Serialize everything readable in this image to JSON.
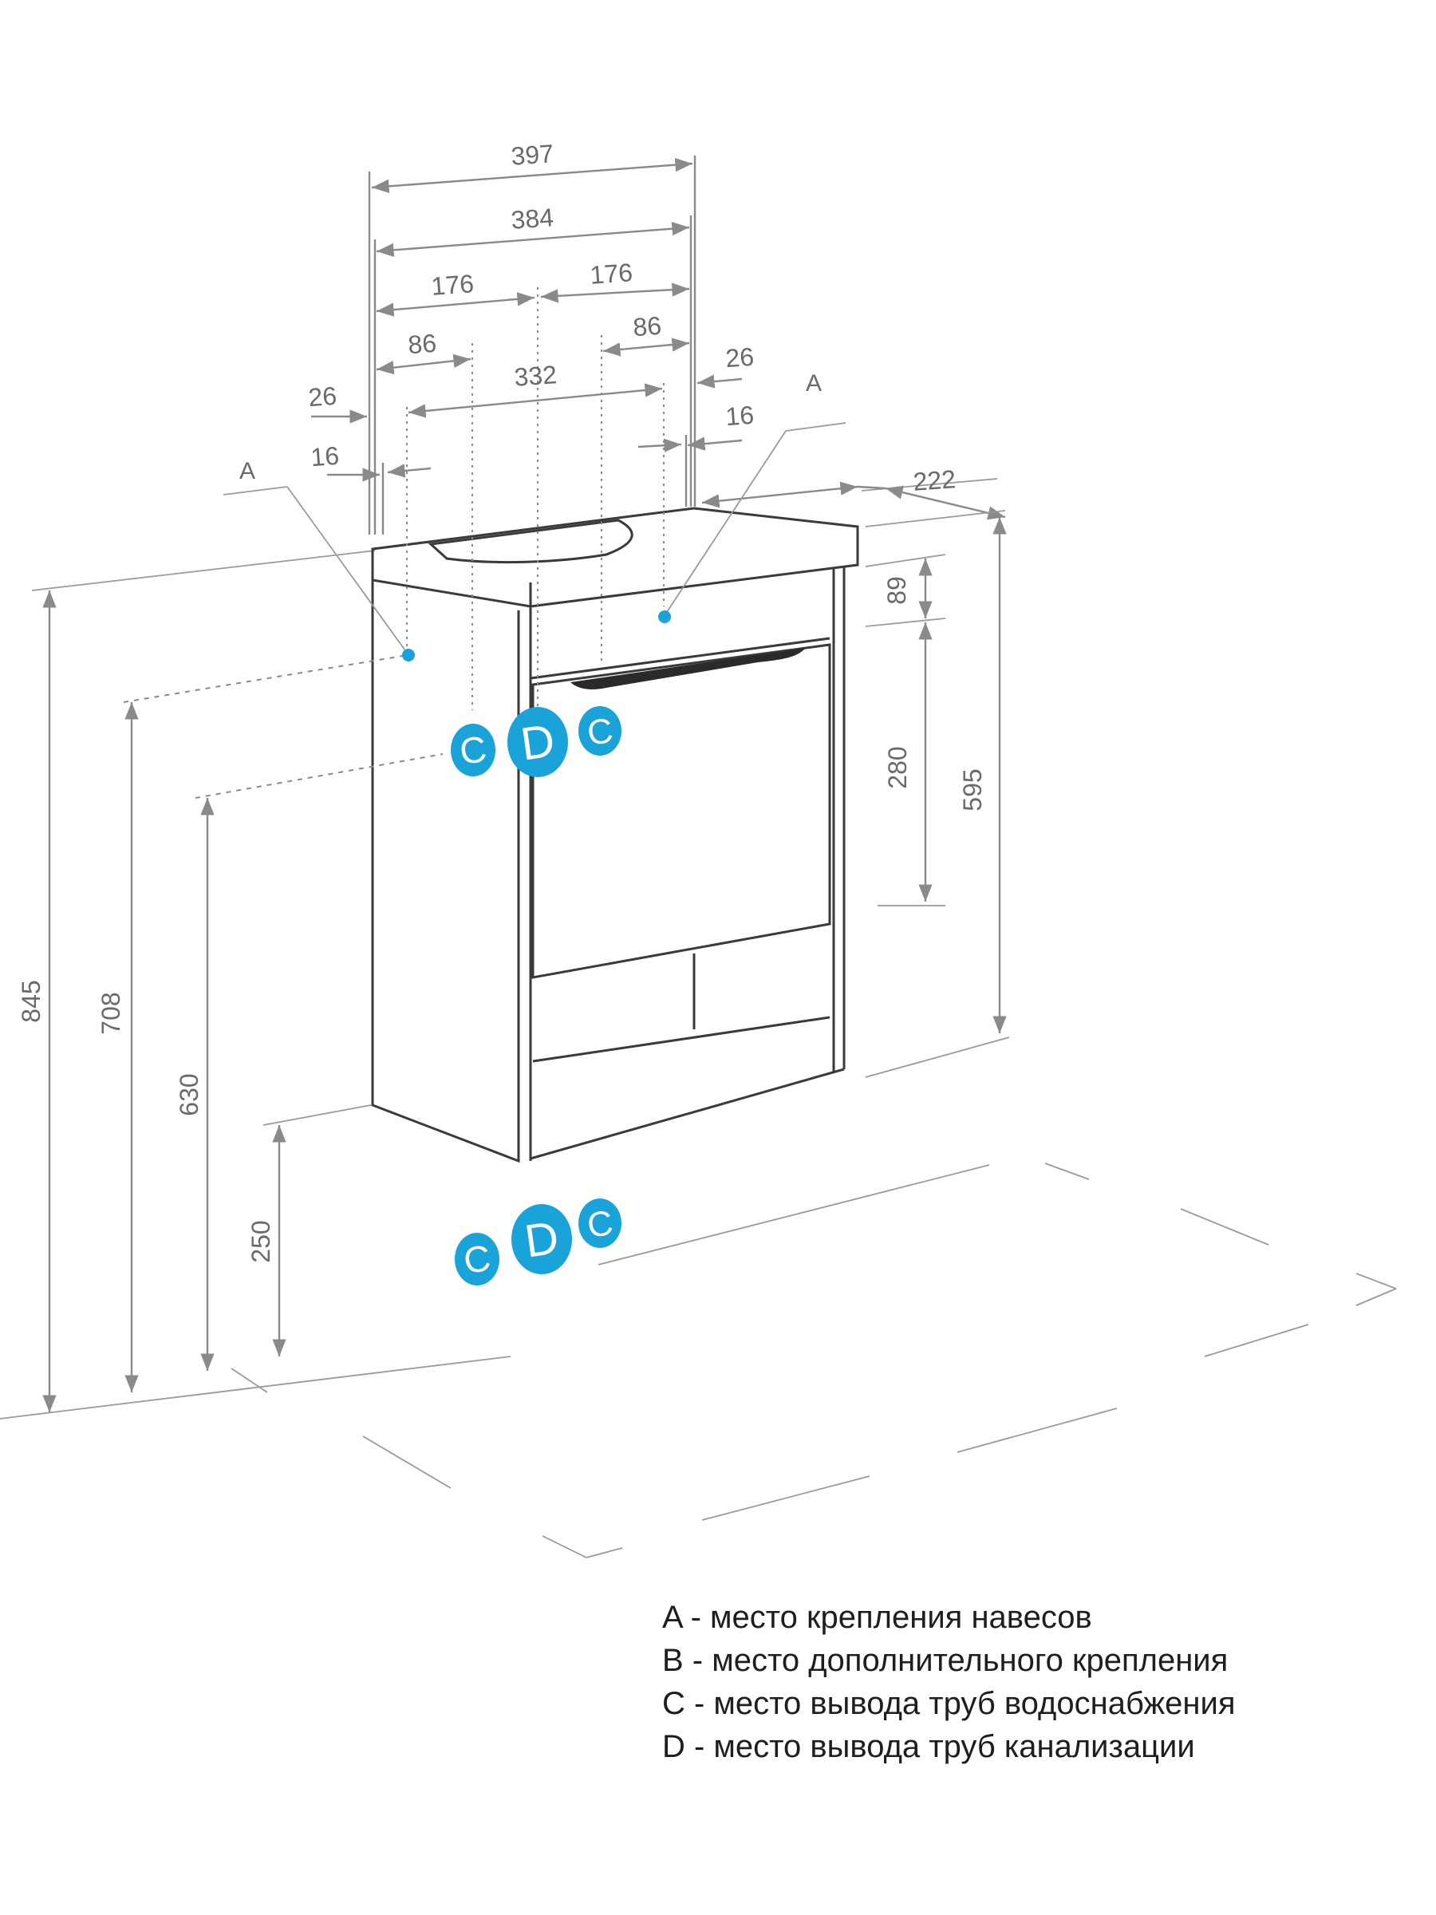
{
  "dimensions": {
    "overall_width": "397",
    "body_width": "384",
    "left_half": "176",
    "right_half": "176",
    "left_offset": "86",
    "right_offset": "86",
    "inner_span": "332",
    "left_side_26": "26",
    "right_side_26": "26",
    "left_side_16": "16",
    "right_side_16": "16",
    "depth": "222",
    "top_band": "89",
    "drawer_height": "280",
    "cabinet_height": "595",
    "total_height": "845",
    "pipe_height_708": "708",
    "pipe_height_630": "630",
    "floor_clearance": "250"
  },
  "markers": {
    "a_left": "A",
    "a_right": "A",
    "c_left_upper": "C",
    "d_upper": "D",
    "c_right_upper": "C",
    "c_left_lower": "C",
    "d_lower": "D",
    "c_right_lower": "C"
  },
  "colors": {
    "marker_blue": "#1aa3d9",
    "dimension_gray": "#8a8a8a",
    "cabinet_outline": "#3a3a3a"
  },
  "legend": {
    "items": [
      "A - место крепления навесов",
      "B - место дополнительного крепления",
      "C - место вывода труб водоснабжения",
      "D - место вывода труб канализации"
    ]
  }
}
